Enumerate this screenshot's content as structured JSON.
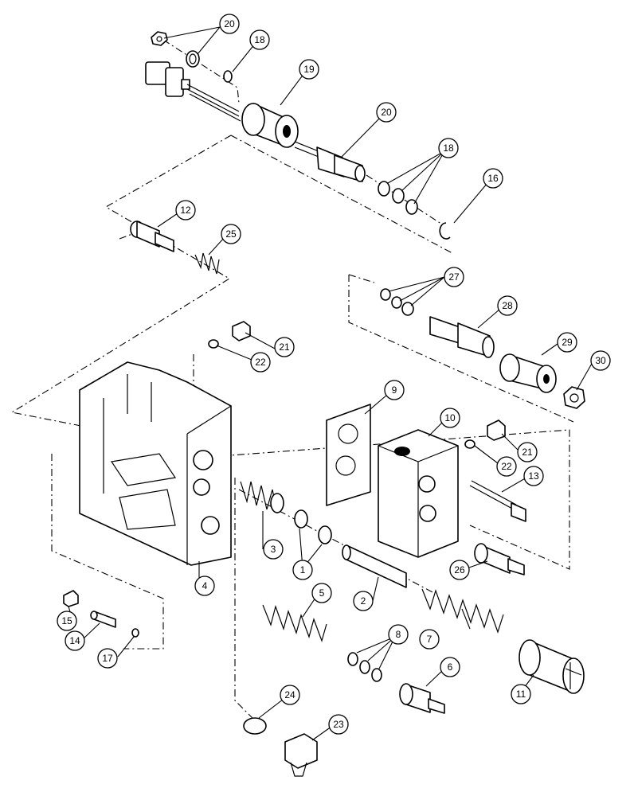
{
  "callouts": [
    {
      "id": "20-top",
      "label": "20"
    },
    {
      "id": "18-top",
      "label": "18"
    },
    {
      "id": "19",
      "label": "19"
    },
    {
      "id": "20-mid",
      "label": "20"
    },
    {
      "id": "18-mid",
      "label": "18"
    },
    {
      "id": "16",
      "label": "16"
    },
    {
      "id": "12",
      "label": "12"
    },
    {
      "id": "25",
      "label": "25"
    },
    {
      "id": "27",
      "label": "27"
    },
    {
      "id": "28",
      "label": "28"
    },
    {
      "id": "29",
      "label": "29"
    },
    {
      "id": "30",
      "label": "30"
    },
    {
      "id": "21-top",
      "label": "21"
    },
    {
      "id": "22-top",
      "label": "22"
    },
    {
      "id": "9",
      "label": "9"
    },
    {
      "id": "10",
      "label": "10"
    },
    {
      "id": "21-mid",
      "label": "21"
    },
    {
      "id": "22-mid",
      "label": "22"
    },
    {
      "id": "13",
      "label": "13"
    },
    {
      "id": "3",
      "label": "3"
    },
    {
      "id": "1",
      "label": "1"
    },
    {
      "id": "4",
      "label": "4"
    },
    {
      "id": "26",
      "label": "26"
    },
    {
      "id": "2",
      "label": "2"
    },
    {
      "id": "5",
      "label": "5"
    },
    {
      "id": "7",
      "label": "7"
    },
    {
      "id": "15",
      "label": "15"
    },
    {
      "id": "14",
      "label": "14"
    },
    {
      "id": "17",
      "label": "17"
    },
    {
      "id": "8",
      "label": "8"
    },
    {
      "id": "6",
      "label": "6"
    },
    {
      "id": "11",
      "label": "11"
    },
    {
      "id": "24",
      "label": "24"
    },
    {
      "id": "23",
      "label": "23"
    }
  ]
}
